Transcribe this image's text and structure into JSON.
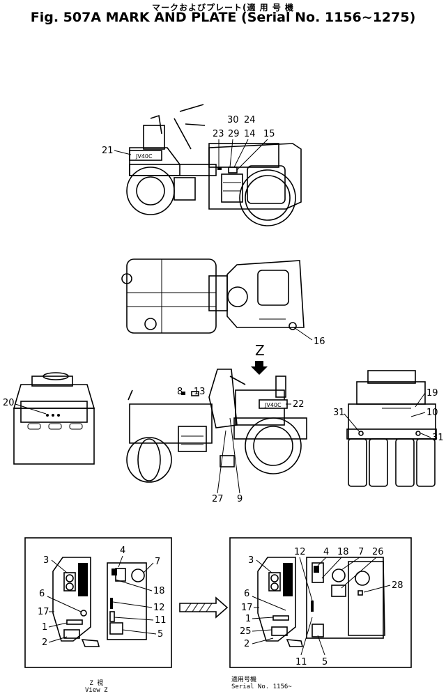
{
  "title_jp": "マークおよびプレート(適 用 号 機",
  "title_en": "Fig. 507A MARK AND PLATE (Serial No. 1156~1275)",
  "z_marker": "Z",
  "machine_badge_text": "JV40C",
  "footer": {
    "view_jp": "Z 視",
    "view_en": "View Z",
    "serial_jp": "適用号機",
    "serial_en": "Serial No. 1156~"
  },
  "callouts": [
    {
      "id": "c-21",
      "text": "21"
    },
    {
      "id": "c-30",
      "text": "30"
    },
    {
      "id": "c-24",
      "text": "24"
    },
    {
      "id": "c-23",
      "text": "23"
    },
    {
      "id": "c-29",
      "text": "29"
    },
    {
      "id": "c-14",
      "text": "14"
    },
    {
      "id": "c-15",
      "text": "15"
    },
    {
      "id": "c-16",
      "text": "16"
    },
    {
      "id": "c-8",
      "text": "8"
    },
    {
      "id": "c-13",
      "text": "13"
    },
    {
      "id": "c-22",
      "text": "22"
    },
    {
      "id": "c-27",
      "text": "27"
    },
    {
      "id": "c-9",
      "text": "9"
    },
    {
      "id": "c-20",
      "text": "20"
    },
    {
      "id": "c-19",
      "text": "19"
    },
    {
      "id": "c-10",
      "text": "10"
    },
    {
      "id": "c-31a",
      "text": "31"
    },
    {
      "id": "c-31b",
      "text": "31"
    },
    {
      "id": "z-3",
      "text": "3"
    },
    {
      "id": "z-4",
      "text": "4"
    },
    {
      "id": "z-7",
      "text": "7"
    },
    {
      "id": "z-6",
      "text": "6"
    },
    {
      "id": "z-18",
      "text": "18"
    },
    {
      "id": "z-12",
      "text": "12"
    },
    {
      "id": "z-17",
      "text": "17"
    },
    {
      "id": "z-11",
      "text": "11"
    },
    {
      "id": "z-1",
      "text": "1"
    },
    {
      "id": "z-5",
      "text": "5"
    },
    {
      "id": "z-2",
      "text": "2"
    },
    {
      "id": "s-12",
      "text": "12"
    },
    {
      "id": "s-4",
      "text": "4"
    },
    {
      "id": "s-18",
      "text": "18"
    },
    {
      "id": "s-7",
      "text": "7"
    },
    {
      "id": "s-26",
      "text": "26"
    },
    {
      "id": "s-3",
      "text": "3"
    },
    {
      "id": "s-28",
      "text": "28"
    },
    {
      "id": "s-6",
      "text": "6"
    },
    {
      "id": "s-17",
      "text": "17"
    },
    {
      "id": "s-1",
      "text": "1"
    },
    {
      "id": "s-25",
      "text": "25"
    },
    {
      "id": "s-2",
      "text": "2"
    },
    {
      "id": "s-11",
      "text": "11"
    },
    {
      "id": "s-5",
      "text": "5"
    }
  ]
}
